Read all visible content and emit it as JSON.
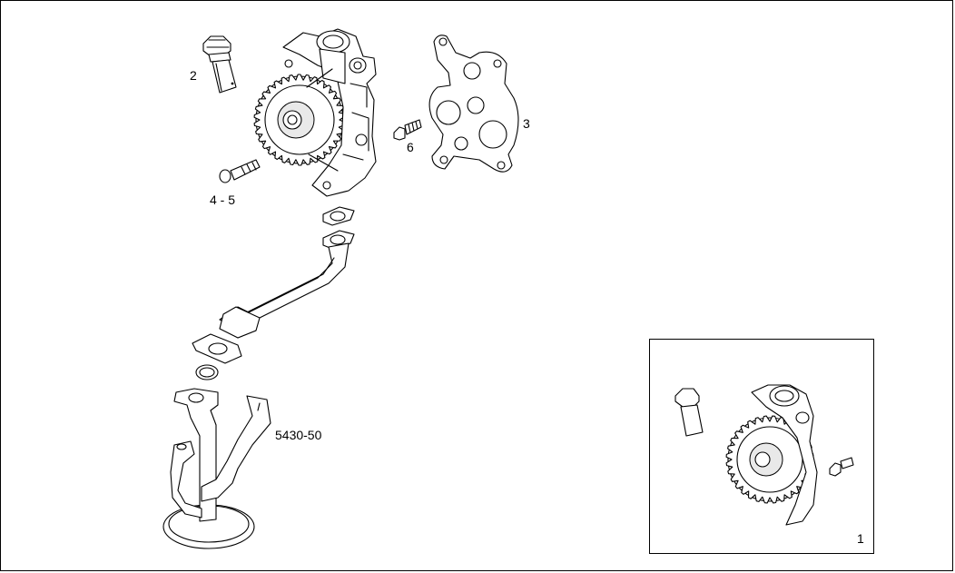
{
  "diagram": {
    "callouts": [
      {
        "id": "oil-filler-plug",
        "label": "2"
      },
      {
        "id": "gasket",
        "label": "3"
      },
      {
        "id": "pump-bolt-long",
        "label": "4 - 5"
      },
      {
        "id": "pump-bolt-short",
        "label": "6"
      },
      {
        "id": "suction-pipe",
        "label": "5430-50"
      }
    ],
    "inset": {
      "label": "1"
    }
  }
}
